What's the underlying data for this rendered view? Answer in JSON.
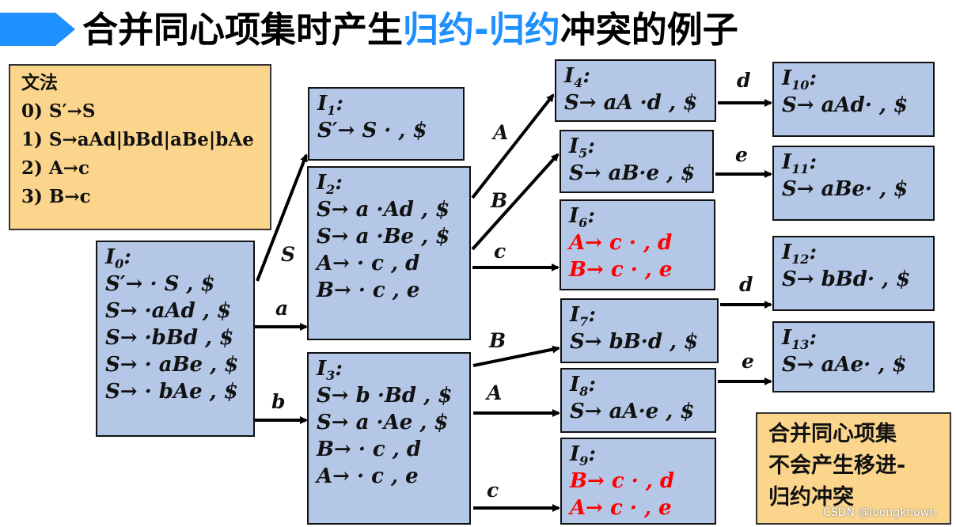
{
  "title": {
    "main": "合并同心项集时产生",
    "highlight": "归约-归约",
    "tail": "冲突的例子"
  },
  "colors": {
    "state_fill": "#b4c7e7",
    "note_fill": "#fbd58c",
    "highlight": "#1e90ff",
    "conflict": "#ff0000"
  },
  "grammar": {
    "title": "文法",
    "rules": [
      "0) S′→S",
      "1) S→aAd|bBd|aBe|bAe",
      "2) A→c",
      "3) B→c"
    ]
  },
  "states": [
    {
      "id": "I0",
      "name": "I",
      "sub": "0",
      "items": [
        {
          "text": "S′→ · S , $"
        },
        {
          "text": "S→ ·aAd , $"
        },
        {
          "text": "S→ ·bBd , $"
        },
        {
          "text": "S→ · aBe , $"
        },
        {
          "text": "S→ · bAe , $"
        }
      ]
    },
    {
      "id": "I1",
      "name": "I",
      "sub": "1",
      "items": [
        {
          "text": "S′→ S · , $"
        }
      ]
    },
    {
      "id": "I2",
      "name": "I",
      "sub": "2",
      "items": [
        {
          "text": "S→ a ·Ad , $"
        },
        {
          "text": "S→ a ·Be , $"
        },
        {
          "text": "A→ · c , d"
        },
        {
          "text": "B→ · c , e"
        }
      ]
    },
    {
      "id": "I3",
      "name": "I",
      "sub": "3",
      "items": [
        {
          "text": "S→ b ·Bd , $"
        },
        {
          "text": "S→ a ·Ae , $"
        },
        {
          "text": "B→ · c , d"
        },
        {
          "text": "A→ · c , e"
        }
      ]
    },
    {
      "id": "I4",
      "name": "I",
      "sub": "4",
      "items": [
        {
          "text": "S→ aA ·d , $"
        }
      ]
    },
    {
      "id": "I5",
      "name": "I",
      "sub": "5",
      "items": [
        {
          "text": "S→ aB·e , $"
        }
      ]
    },
    {
      "id": "I6",
      "name": "I",
      "sub": "6",
      "items": [
        {
          "text": "A→ c · , d",
          "red": true
        },
        {
          "text": "B→ c · , e",
          "red": true
        }
      ]
    },
    {
      "id": "I7",
      "name": "I",
      "sub": "7",
      "items": [
        {
          "text": "S→ bB·d , $"
        }
      ]
    },
    {
      "id": "I8",
      "name": "I",
      "sub": "8",
      "items": [
        {
          "text": "S→ aA·e , $"
        }
      ]
    },
    {
      "id": "I9",
      "name": "I",
      "sub": "9",
      "items": [
        {
          "text": "B→ c · , d",
          "red": true
        },
        {
          "text": "A→ c · , e",
          "red": true
        }
      ]
    },
    {
      "id": "I10",
      "name": "I",
      "sub": "10",
      "items": [
        {
          "text": "S→ aAd· , $"
        }
      ]
    },
    {
      "id": "I11",
      "name": "I",
      "sub": "11",
      "items": [
        {
          "text": "S→ aBe· , $"
        }
      ]
    },
    {
      "id": "I12",
      "name": "I",
      "sub": "12",
      "items": [
        {
          "text": "S→ bBd· , $"
        }
      ]
    },
    {
      "id": "I13",
      "name": "I",
      "sub": "13",
      "items": [
        {
          "text": "S→ aAe· , $"
        }
      ]
    }
  ],
  "edges": [
    {
      "from": "I0",
      "to": "I1",
      "label": "S"
    },
    {
      "from": "I0",
      "to": "I2",
      "label": "a"
    },
    {
      "from": "I0",
      "to": "I3",
      "label": "b"
    },
    {
      "from": "I2",
      "to": "I4",
      "label": "A"
    },
    {
      "from": "I2",
      "to": "I5",
      "label": "B"
    },
    {
      "from": "I2",
      "to": "I6",
      "label": "c"
    },
    {
      "from": "I3",
      "to": "I7",
      "label": "B"
    },
    {
      "from": "I3",
      "to": "I8",
      "label": "A"
    },
    {
      "from": "I3",
      "to": "I9",
      "label": "c"
    },
    {
      "from": "I4",
      "to": "I10",
      "label": "d"
    },
    {
      "from": "I5",
      "to": "I11",
      "label": "e"
    },
    {
      "from": "I7",
      "to": "I12",
      "label": "d"
    },
    {
      "from": "I8",
      "to": "I13",
      "label": "e"
    }
  ],
  "note": {
    "lines": [
      "合并同心项集",
      "不会产生移进-",
      "归约冲突"
    ]
  },
  "watermark": "CSDN @loongknown"
}
